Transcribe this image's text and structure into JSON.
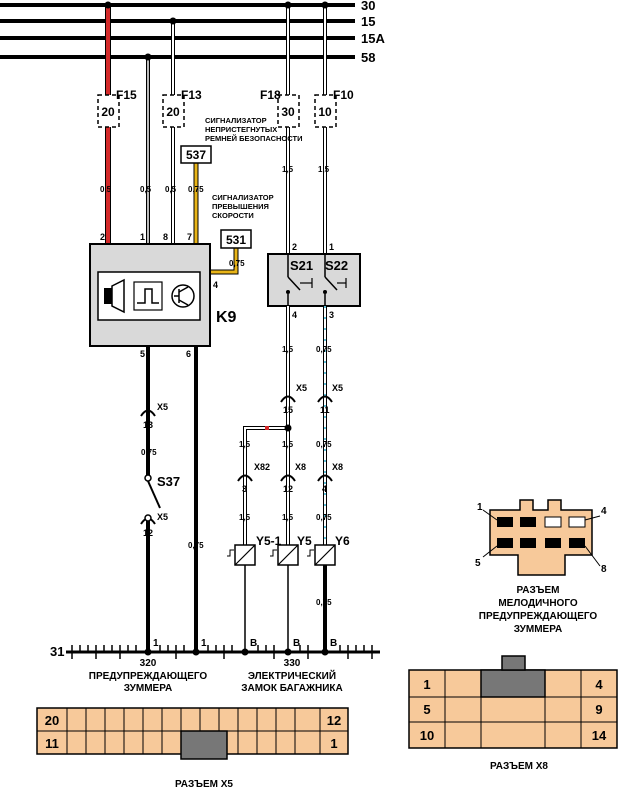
{
  "buses": [
    "30",
    "15",
    "15A",
    "58"
  ],
  "ground_bus": "31",
  "fuses": [
    {
      "name": "F15",
      "rating": "20"
    },
    {
      "name": "F13",
      "rating": "20"
    },
    {
      "name": "F18",
      "rating": "30"
    },
    {
      "name": "F10",
      "rating": "10"
    }
  ],
  "wire_sizes": {
    "s05": "0,5",
    "s075": "0,75",
    "s15": "1,5"
  },
  "indicators": {
    "i537": {
      "code": "537",
      "label": [
        "СИГНАЛИЗАТОР",
        "НЕПРИСТЕГНУТЫХ",
        "РЕМНЕЙ БЕЗОПАСНОСТИ"
      ]
    },
    "i531": {
      "code": "531",
      "label": [
        "СИГНАЛИЗАТОР",
        "ПРЕВЫШЕНИЯ",
        "СКОРОСТИ"
      ]
    }
  },
  "module": {
    "name": "K9",
    "pins_top": [
      "2",
      "1",
      "8",
      "7"
    ],
    "pin_side": "4",
    "pins_bottom": [
      "5",
      "6"
    ]
  },
  "switch_block": {
    "s21": "S21",
    "s22": "S22",
    "pin2": "2",
    "pin1": "1",
    "pin4": "4",
    "pin3": "3"
  },
  "connectors": {
    "x5": "X5",
    "x8": "X8",
    "x82": "X82"
  },
  "pins": {
    "p13": "13",
    "p12": "12",
    "p15": "15",
    "p11": "11",
    "p3": "3",
    "p4": "4"
  },
  "switch_s37": "S37",
  "actuators": {
    "y51": "Y5-1",
    "y5": "Y5",
    "y6": "Y6"
  },
  "ground_marks": {
    "one": "1",
    "b": "B"
  },
  "ground_points": [
    {
      "id": "320",
      "label": [
        "ПРЕДУПРЕЖДАЮЩЕГО",
        "ЗУММЕРА"
      ]
    },
    {
      "id": "330",
      "label": [
        "ЭЛЕКТРИЧЕСКИЙ",
        "ЗАМОК БАГАЖНИКА"
      ]
    }
  ],
  "x5_connector": {
    "title": "РАЗЪЕМ X5",
    "top_left": "20",
    "top_right": "12",
    "bottom_left": "11",
    "bottom_right": "1"
  },
  "x8_connector": {
    "title": "РАЗЪЕМ X8",
    "rows": [
      [
        "1",
        "4"
      ],
      [
        "5",
        "9"
      ],
      [
        "10",
        "14"
      ]
    ]
  },
  "buzzer_connector": {
    "pins": [
      "1",
      "4",
      "5",
      "8"
    ],
    "title": [
      "РАЗЪЕМ",
      "МЕЛОДИЧНОГО",
      "ПРЕДУПРЕЖДАЮЩЕГО",
      "ЗУММЕРА"
    ]
  },
  "colors": {
    "red_wire": "#d42a2a",
    "yellow_wire": "#e8b417",
    "connector_fill": "#f7c99a",
    "block_fill": "#d9d9d9",
    "cyan_mark": "#2aa8c8",
    "dark_gray": "#777777"
  }
}
